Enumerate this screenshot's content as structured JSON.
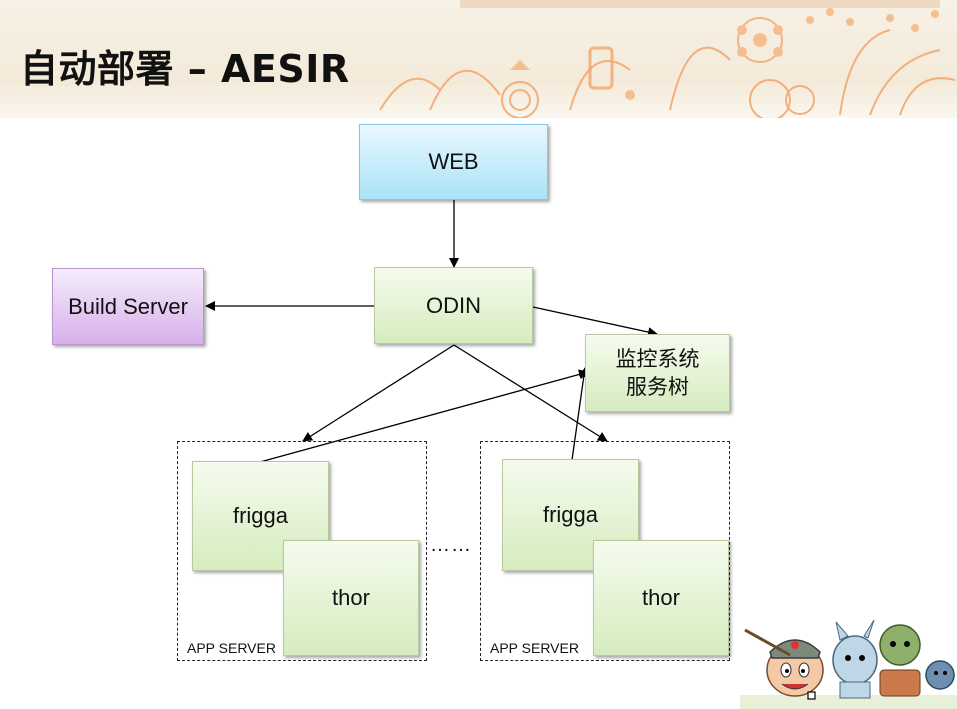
{
  "slide": {
    "title": "自动部署 – AESIR"
  },
  "diagram": {
    "nodes": {
      "web": "WEB",
      "odin": "ODIN",
      "build_server": "Build Server",
      "monitor_line1": "监控系统",
      "monitor_line2": "服务树",
      "frigga_1": "frigga",
      "thor_1": "thor",
      "frigga_2": "frigga",
      "thor_2": "thor"
    },
    "groups": {
      "app_server_1": "APP SERVER",
      "app_server_2": "APP SERVER"
    },
    "ellipsis": "……"
  }
}
